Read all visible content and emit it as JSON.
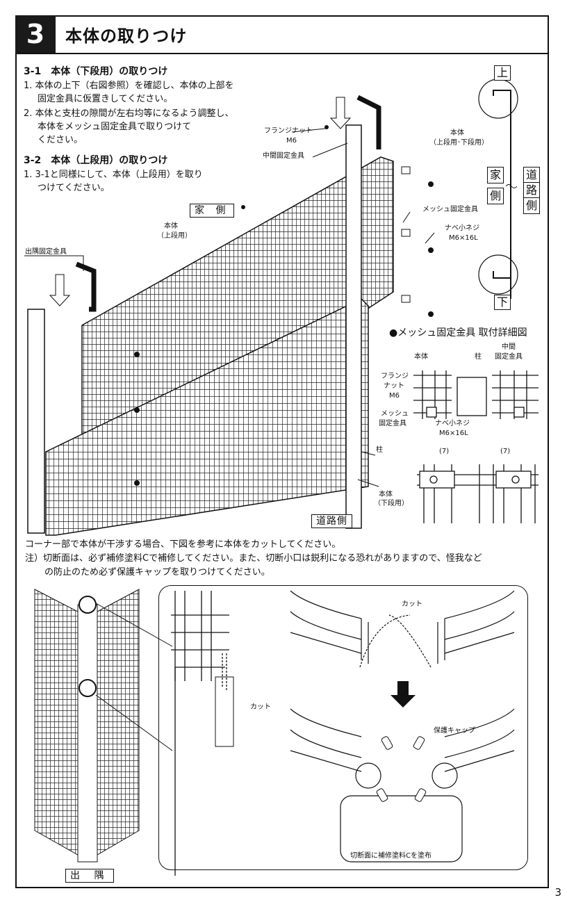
{
  "section": {
    "number": "3",
    "title": "本体の取りつけ"
  },
  "step1": {
    "heading": "3-1　本体（下段用）の取りつけ",
    "lines": [
      "1. 本体の上下（右図参照）を確認し、本体の上部を",
      "固定金具に仮置きしてください。",
      "2. 本体と支柱の隙間が左右均等になるよう調整し、",
      "本体をメッシュ固定金具で取りつけて",
      "ください。"
    ]
  },
  "step2": {
    "heading": "3-2　本体（上段用）の取りつけ",
    "lines": [
      "1. 3-1と同様にして、本体（上段用）を取り",
      "つけてください。"
    ]
  },
  "labels": {
    "flange_nut": "フランジナット",
    "m6": "M6",
    "middle_bracket": "中間固定金具",
    "house_side": "家 側",
    "body_upper": "本体",
    "body_upper_sub": "（上段用）",
    "corner_bracket": "出隅固定金具",
    "mesh_bracket": "メッシュ固定金具",
    "pan_screw": "ナベ小ネジ",
    "pan_screw_size": "M6×16L",
    "post": "柱",
    "body_lower": "本体",
    "body_lower_sub": "（下段用）",
    "road_side": "道路側"
  },
  "side_view": {
    "top": "上",
    "bottom": "下",
    "body": "本体",
    "body_sub": "（上段用･下段用）",
    "house": [
      "家",
      "側"
    ],
    "road": [
      "道",
      "路",
      "側"
    ]
  },
  "detail": {
    "title": "●メッシュ固定金具 取付詳細図",
    "body": "本体",
    "post": "柱",
    "middle": "中間",
    "middle2": "固定金具",
    "flange": "フランジ",
    "nut": "ナット",
    "m6": "M6",
    "mesh": "メッシュ",
    "mesh2": "固定金具",
    "screw": "ナベ小ネジ",
    "screw_size": "M6×16L",
    "gap": "(7)"
  },
  "notes": [
    "コーナー部で本体が干渉する場合、下図を参考に本体をカットしてください。",
    "注）切断面は、必ず補修塗料Cで補修してください。また、切断小口は鋭利になる恐れがありますので、怪我など",
    "の防止のため必ず保護キャップを取りつけてください。"
  ],
  "corner": {
    "label": "出 隅",
    "cut": "カット",
    "cut2": "カット",
    "cap": "保護キャップ",
    "paint": "切断面に補修塗料Cを塗布"
  },
  "page_number": "3"
}
